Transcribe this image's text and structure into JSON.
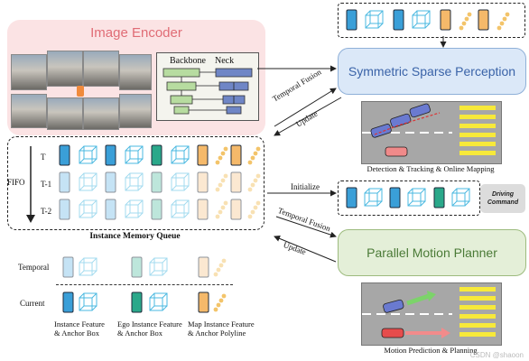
{
  "encoder": {
    "title": "Image Encoder",
    "backbone_label": "Backbone",
    "neck_label": "Neck"
  },
  "memory": {
    "title": "Instance Memory Queue",
    "fifo_label": "FIFO",
    "rows": [
      "T",
      "T-1",
      "T-2"
    ]
  },
  "perception": {
    "title": "Symmetric Sparse Perception",
    "caption": "Detection & Tracking & Online Mapping"
  },
  "planner": {
    "title": "Parallel Motion Planner",
    "caption": "Motion Prediction & Planning"
  },
  "arrows": {
    "temporal_fusion_top": "Temporal Fusion",
    "update_top": "Update",
    "initialize": "Initialize",
    "temporal_fusion_bottom": "Temporal Fusion",
    "update_bottom": "Update"
  },
  "driving_command": "Driving Command",
  "legend": {
    "temporal_label": "Temporal",
    "current_label": "Current",
    "instance": "Instance Feature\n& Anchor Box",
    "ego": "Ego Instance Feature\n& Anchor Box",
    "map": "Map Instance Feature\n& Anchor Polyline"
  },
  "watermark": "CSDN @shaoon",
  "colors": {
    "instance_feature": "#3a9fd8",
    "ego_feature": "#2aa88a",
    "map_feature": "#f5b96a",
    "anchor_box": "#4ab8e0",
    "polyline": "#f3c46a"
  }
}
